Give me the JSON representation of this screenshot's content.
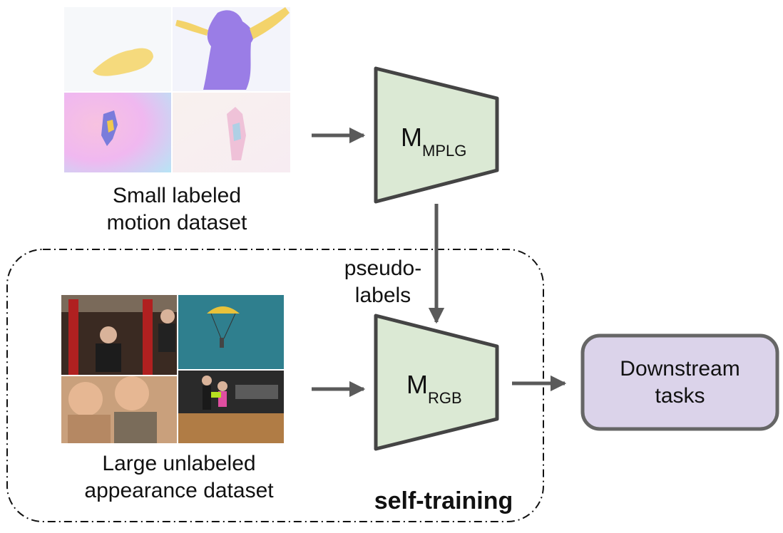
{
  "motion_dataset": {
    "caption_line1": "Small labeled",
    "caption_line2": "motion dataset"
  },
  "appearance_dataset": {
    "caption_line1": "Large unlabeled",
    "caption_line2": "appearance dataset"
  },
  "model_mplg": {
    "label": "M",
    "subscript": "MPLG"
  },
  "model_rgb": {
    "label": "M",
    "subscript": "RGB"
  },
  "pseudo_labels": {
    "line1": "pseudo-",
    "line2": "labels"
  },
  "downstream": {
    "line1": "Downstream",
    "line2": "tasks"
  },
  "self_training_label": "self-training",
  "colors": {
    "model_fill": "#dbe9d4",
    "model_stroke": "#444444",
    "downstream_fill": "#dbd3ea",
    "downstream_stroke": "#666666",
    "arrow": "#5a5a5a"
  }
}
